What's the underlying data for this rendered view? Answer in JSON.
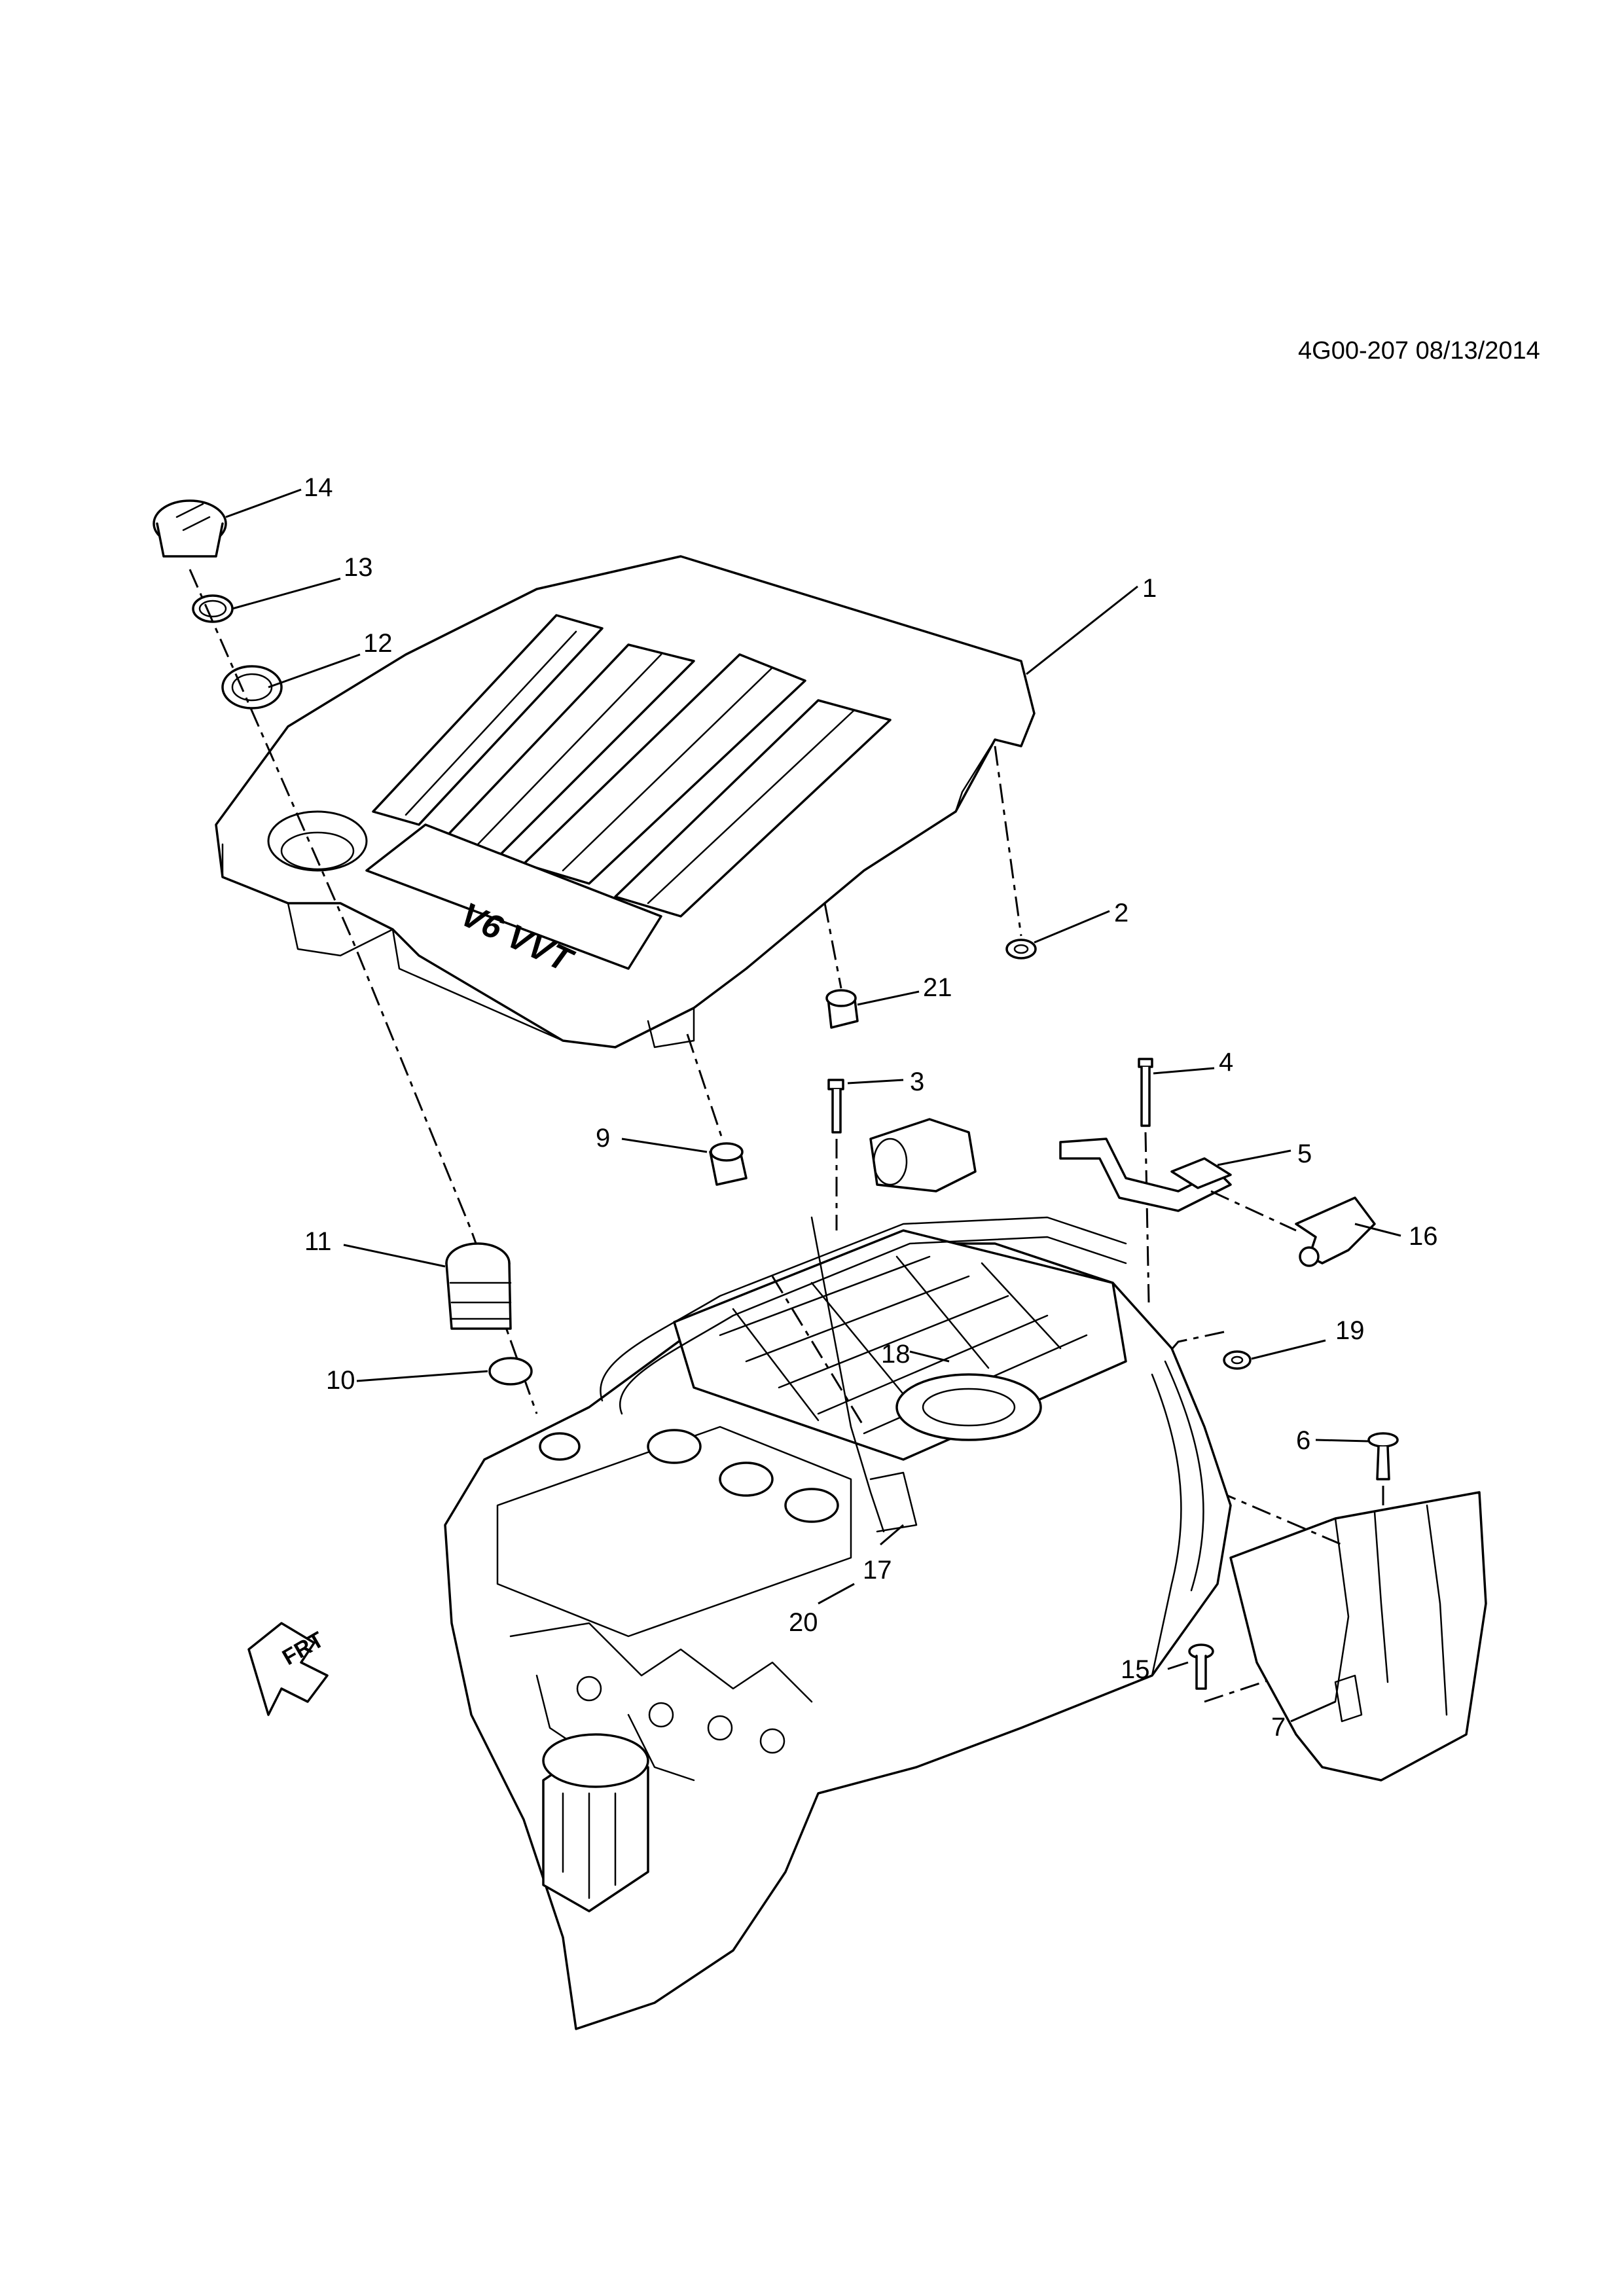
{
  "diagram": {
    "reference_code": "4G00-207 08/13/2014",
    "badge_text": "V6 VVT",
    "front_arrow_label": "FRT",
    "callouts": [
      {
        "id": "1",
        "label": "1"
      },
      {
        "id": "2",
        "label": "2"
      },
      {
        "id": "3",
        "label": "3"
      },
      {
        "id": "4",
        "label": "4"
      },
      {
        "id": "5",
        "label": "5"
      },
      {
        "id": "6",
        "label": "6"
      },
      {
        "id": "7",
        "label": "7"
      },
      {
        "id": "9",
        "label": "9"
      },
      {
        "id": "10",
        "label": "10"
      },
      {
        "id": "11",
        "label": "11"
      },
      {
        "id": "12",
        "label": "12"
      },
      {
        "id": "13",
        "label": "13"
      },
      {
        "id": "14",
        "label": "14"
      },
      {
        "id": "15",
        "label": "15"
      },
      {
        "id": "16",
        "label": "16"
      },
      {
        "id": "17",
        "label": "17"
      },
      {
        "id": "18",
        "label": "18"
      },
      {
        "id": "19",
        "label": "19"
      },
      {
        "id": "20",
        "label": "20"
      },
      {
        "id": "21",
        "label": "21"
      }
    ]
  }
}
